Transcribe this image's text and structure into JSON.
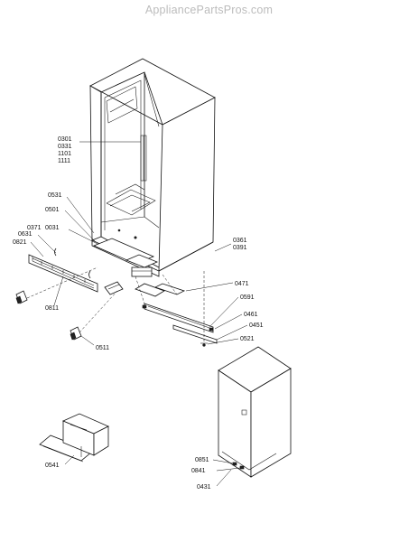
{
  "watermark": "AppliancePartsPros.com",
  "callouts": {
    "c0301": "0301",
    "c0331": "0331",
    "c1101": "1101",
    "c1111": "1111",
    "c0531": "0531",
    "c0501": "0501",
    "c0371": "0371",
    "c0031": "0031",
    "c0631": "0631",
    "c0821": "0821",
    "c0811": "0811",
    "c0361": "0361",
    "c0391": "0391",
    "c0471": "0471",
    "c0591": "0591",
    "c0461": "0461",
    "c0451": "0451",
    "c0521": "0521",
    "c0511": "0511",
    "c0541": "0541",
    "c0851": "0851",
    "c0841": "0841",
    "c0431": "0431"
  }
}
